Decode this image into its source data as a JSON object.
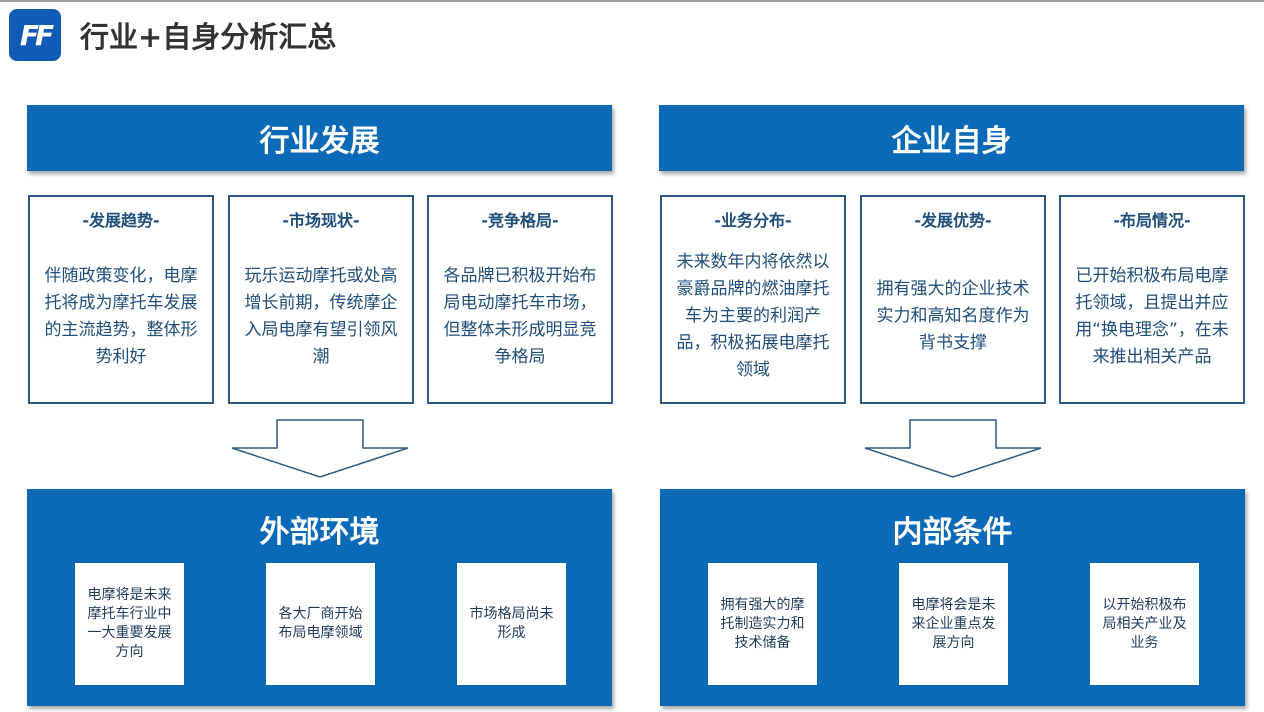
{
  "header": {
    "logo_text": "FF",
    "title": "行业+自身分析汇总"
  },
  "industry": {
    "title": "行业发展",
    "cards": [
      {
        "heading": "-发展趋势-",
        "body": "伴随政策变化，电摩托将成为摩托车发展的主流趋势，整体形势利好"
      },
      {
        "heading": "-市场现状-",
        "body": "玩乐运动摩托或处高增长前期，传统摩企入局电摩有望引领风潮"
      },
      {
        "heading": "-竞争格局-",
        "body": "各品牌已积极开始布局电动摩托车市场，但整体未形成明显竞争格局"
      }
    ]
  },
  "company": {
    "title": "企业自身",
    "cards": [
      {
        "heading": "-业务分布-",
        "body": "未来数年内将依然以豪爵品牌的燃油摩托车为主要的利润产品，积极拓展电摩托领域"
      },
      {
        "heading": "-发展优势-",
        "body": "拥有强大的企业技术实力和高知名度作为背书支撑"
      },
      {
        "heading": "-布局情况-",
        "body": "已开始积极布局电摩托领域，且提出并应用“换电理念”，在未来推出相关产品"
      }
    ]
  },
  "external": {
    "title": "外部环境",
    "items": [
      "电摩将是未来摩托车行业中一大重要发展方向",
      "各大厂商开始布局电摩领域",
      "市场格局尚未形成"
    ]
  },
  "internal": {
    "title": "内部条件",
    "items": [
      "拥有强大的摩托制造实力和技术储备",
      "电摩将会是未来企业重点发展方向",
      "以开始积极布局相关产业及业务"
    ]
  }
}
